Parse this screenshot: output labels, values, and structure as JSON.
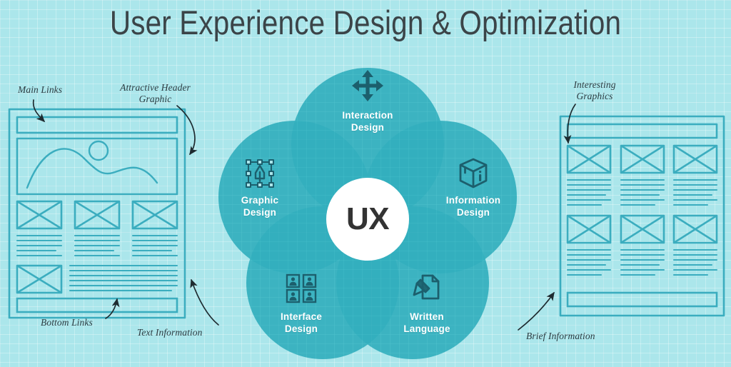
{
  "page": {
    "title": "User Experience Design & Optimization",
    "background_color": "#abe6eb",
    "accent_color": "#4bc2ce",
    "accent_dark_color": "#36b4c4",
    "wireframe_stroke_color": "#3badbf",
    "icon_color": "#1c5f6d",
    "callout_color": "#2c3c42",
    "title_color": "#3b4448"
  },
  "venn": {
    "center_label": "UX",
    "petals": [
      {
        "id": "interaction-design",
        "label_line1": "Interaction",
        "label_line2": "Design",
        "icon": "move-arrows-icon",
        "position": "top"
      },
      {
        "id": "information-design",
        "label_line1": "Information",
        "label_line2": "Design",
        "icon": "info-cube-icon",
        "position": "right"
      },
      {
        "id": "written-language",
        "label_line1": "Written",
        "label_line2": "Language",
        "icon": "document-pen-icon",
        "position": "bottom-right"
      },
      {
        "id": "interface-design",
        "label_line1": "Interface",
        "label_line2": "Design",
        "icon": "user-grid-icon",
        "position": "bottom-left"
      },
      {
        "id": "graphic-design",
        "label_line1": "Graphic",
        "label_line2": "Design",
        "icon": "pen-nib-bounding-box-icon",
        "position": "left"
      }
    ]
  },
  "left_wireframe": {
    "name": "detailed-page-wireframe",
    "callouts": [
      {
        "id": "main-links",
        "line1": "Main Links",
        "line2": ""
      },
      {
        "id": "attractive-header-graphic",
        "line1": "Attractive Header",
        "line2": "Graphic"
      },
      {
        "id": "bottom-links",
        "line1": "Bottom Links",
        "line2": ""
      },
      {
        "id": "text-information",
        "line1": "Text Information",
        "line2": ""
      }
    ]
  },
  "right_wireframe": {
    "name": "grid-page-wireframe",
    "callouts": [
      {
        "id": "interesting-graphics",
        "line1": "Interesting",
        "line2": "Graphics"
      },
      {
        "id": "brief-information",
        "line1": "Brief Information",
        "line2": ""
      }
    ]
  }
}
